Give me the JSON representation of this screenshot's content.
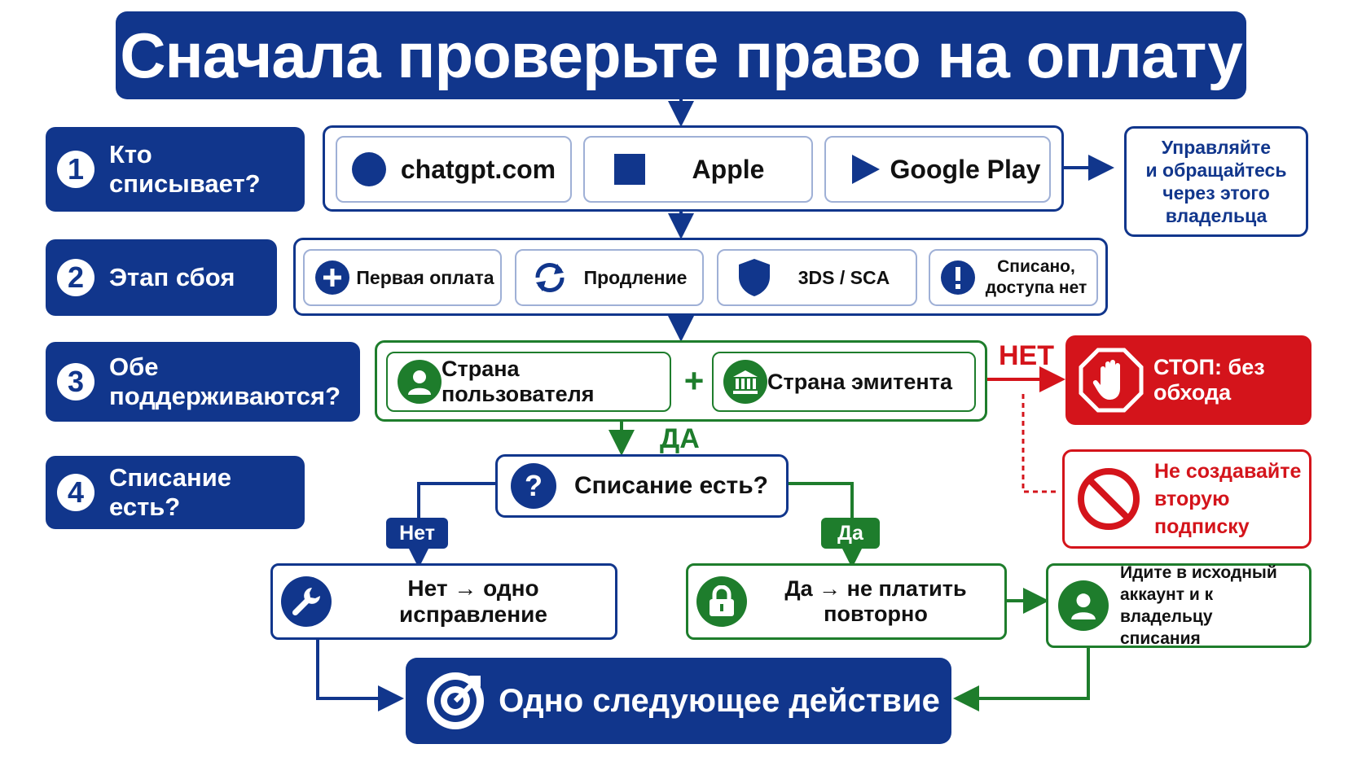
{
  "title": "Сначала проверьте право на оплату",
  "steps": [
    {
      "num": "1",
      "label": "Кто списывает?"
    },
    {
      "num": "2",
      "label": "Этап сбоя"
    },
    {
      "num": "3",
      "label": "Обе поддерживаются?"
    },
    {
      "num": "4",
      "label": "Списание есть?"
    }
  ],
  "row1": {
    "chips": [
      "chatgpt.com",
      "Apple",
      "Google Play"
    ],
    "note": [
      "Управляйте",
      "и обращайтесь",
      "через этого",
      "владельца"
    ]
  },
  "row2": {
    "chips": [
      "Первая оплата",
      "Продление",
      "3DS / SCA"
    ],
    "chip4": [
      "Списано,",
      "доступа нет"
    ]
  },
  "row3": {
    "chips": [
      "Страна пользователя",
      "Страна эмитента"
    ],
    "plus": "+",
    "no": "НЕТ",
    "yes": "ДА",
    "stop": "СТОП: без обхода",
    "warn": [
      "Не создавайте",
      "вторую подписку"
    ]
  },
  "row4": {
    "question": "Списание есть?",
    "no_tag": "Нет",
    "yes_tag": "Да",
    "no_result": "Нет → одно исправление",
    "yes_result": "Да → не платить повторно",
    "owner": [
      "Идите в исходный",
      "аккаунт и к владельцу",
      "списания"
    ]
  },
  "final": "Одно следующее действие",
  "colors": {
    "navy": "#11368c",
    "green": "#1e7d2c",
    "red": "#d4141b"
  }
}
